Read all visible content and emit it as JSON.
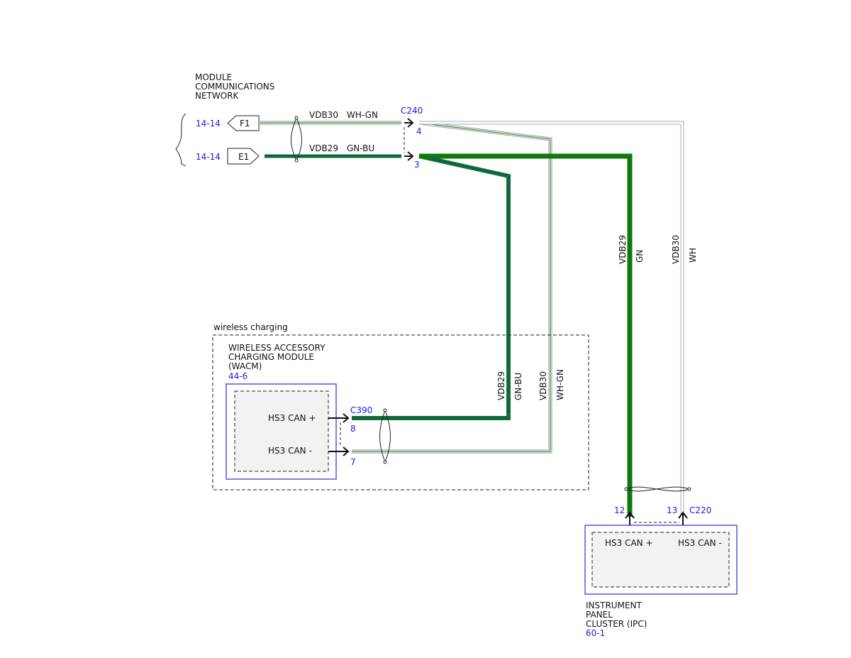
{
  "header": {
    "title_lines": [
      "MODULE",
      "COMMUNICATIONS",
      "NETWORK"
    ]
  },
  "colors": {
    "green": "#0b7a0b",
    "blue": "#1f3fbf",
    "white_wire": "#aaaaaa",
    "ref_blue": "#1a1ae6",
    "module_fill": "#f2f2f2",
    "module_border": "#2b2bd9"
  },
  "connections": {
    "f1": {
      "ref": "14-14",
      "label": "F1"
    },
    "e1": {
      "ref": "14-14",
      "label": "E1"
    }
  },
  "wires": {
    "top_circuit": "VDB30",
    "top_color": "WH-GN",
    "bottom_circuit": "VDB29",
    "bottom_color": "GN-BU",
    "right_green_circuit": "VDB29",
    "right_green_color": "GN",
    "right_white_circuit": "VDB30",
    "right_white_color": "WH",
    "mid_green_circuit": "VDB29",
    "mid_green_color": "GN-BU",
    "mid_white_circuit": "VDB30",
    "mid_white_color": "WH-GN"
  },
  "connectors": {
    "c240": {
      "name": "C240",
      "pin_top": "4",
      "pin_bottom": "3"
    },
    "c390": {
      "name": "C390",
      "pin_top": "8",
      "pin_bottom": "7"
    },
    "c220": {
      "name": "C220",
      "pin_left": "12",
      "pin_right": "13"
    }
  },
  "wireless_group": {
    "label": "wireless charging",
    "module_lines": [
      "WIRELESS ACCESSORY",
      "CHARGING MODULE",
      "(WACM)"
    ],
    "module_ref": "44-6",
    "pin_plus": "HS3 CAN +",
    "pin_minus": "HS3 CAN -"
  },
  "ipc": {
    "pin_plus": "HS3 CAN +",
    "pin_minus": "HS3 CAN -",
    "name_lines": [
      "INSTRUMENT",
      "PANEL",
      "CLUSTER (IPC)"
    ],
    "ref": "60-1"
  }
}
